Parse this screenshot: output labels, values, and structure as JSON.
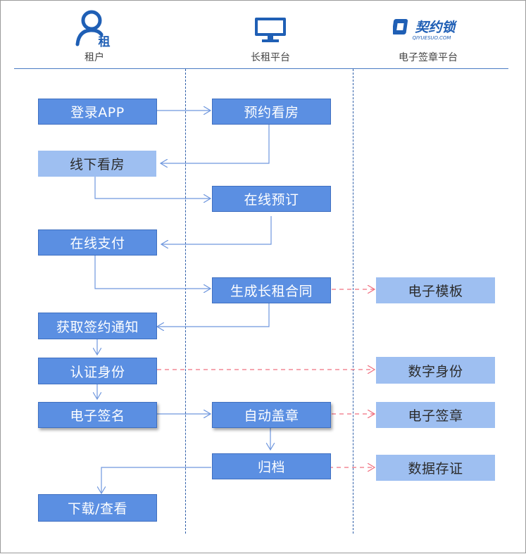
{
  "lanes": {
    "tenant": {
      "label": "租户",
      "icon": "user-icon",
      "icon_text": "租"
    },
    "platform": {
      "label": "长租平台",
      "icon": "monitor-icon"
    },
    "esign": {
      "label": "电子签章平台",
      "logo_text": "契约锁",
      "logo_sub": "QIYUESUO.COM",
      "logo_mark": "Q"
    }
  },
  "steps": {
    "login_app": "登录APP",
    "reserve_viewing": "预约看房",
    "offline_viewing": "线下看房",
    "online_booking": "在线预订",
    "online_payment": "在线支付",
    "generate_contract": "生成长租合同",
    "e_template": "电子模板",
    "sign_notice": "获取签约通知",
    "verify_identity": "认证身份",
    "digital_identity": "数字身份",
    "e_signature": "电子签名",
    "auto_seal": "自动盖章",
    "e_seal": "电子签章",
    "archive": "归档",
    "data_evidence": "数据存证",
    "download_view": "下载/查看"
  },
  "colors": {
    "box_primary": "#5b8fe2",
    "box_light": "#9ebff1",
    "arrow_solid": "#6f97de",
    "arrow_dashed": "#f07080",
    "lane_line": "#2e5ea8",
    "brand": "#1f5fb5"
  }
}
